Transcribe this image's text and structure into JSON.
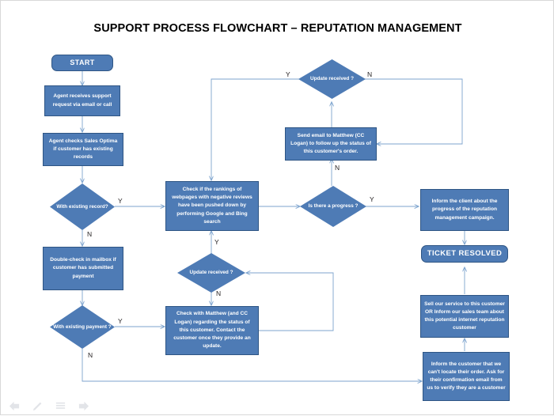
{
  "document": {
    "title": "SUPPORT PROCESS FLOWCHART – REPUTATION MANAGEMENT"
  },
  "theme": {
    "node_fill": "#4E7BB5",
    "node_border": "#2E5584",
    "node_text": "#FFFFFF",
    "connector": "#7CA3CE",
    "background": "#FFFFFF",
    "label_text": "#231F20"
  },
  "nodes": {
    "start": "START",
    "receive_request": "Agent receives support request via email or call",
    "check_sales_optima": "Agent checks Sales Optima if customer has existing records",
    "with_existing_record": "With existing record?",
    "double_check_mailbox": "Double-check in  mailbox if customer has submitted payment",
    "with_existing_payment": "With existing payment ?",
    "check_rankings": "Check if the rankings of webpages with negative reviews have been pushed down by performing Google and Bing search",
    "update_received_lower": "Update received ?",
    "check_with_matthew": "Check with Matthew (and CC Logan) regarding the status of this customer. Contact the customer once they provide an update.",
    "update_received_upper": "Update received ?",
    "send_email_matthew": "Send email to Matthew (CC Logan)  to follow up the status of this customer's order.",
    "is_there_progress": "Is there a progress ?",
    "inform_client_progress": "Inform the client about the progress of the reputation management campaign.",
    "ticket_resolved": "TICKET RESOLVED",
    "sell_our_service": "Sell our service to this customer OR Inform our sales team about this potential internet reputation customer",
    "inform_cannot_locate": "Inform the customer that we can't locate their order. Ask for their confirmation email from us to verify they are a customer"
  },
  "edge_labels": {
    "record_yes": "Y",
    "record_no": "N",
    "payment_yes": "Y",
    "payment_no": "N",
    "update_lower_yes": "Y",
    "update_lower_no": "N",
    "update_upper_yes": "Y",
    "update_upper_no": "N",
    "progress_yes": "Y",
    "progress_no": "N"
  },
  "toolbar": {
    "items": [
      {
        "icon": "back-arrow-icon",
        "glyph": "⬅"
      },
      {
        "icon": "pencil-icon",
        "glyph": "╱"
      },
      {
        "icon": "list-icon",
        "glyph": "≡"
      },
      {
        "icon": "forward-arrow-icon",
        "glyph": "➡"
      }
    ]
  }
}
